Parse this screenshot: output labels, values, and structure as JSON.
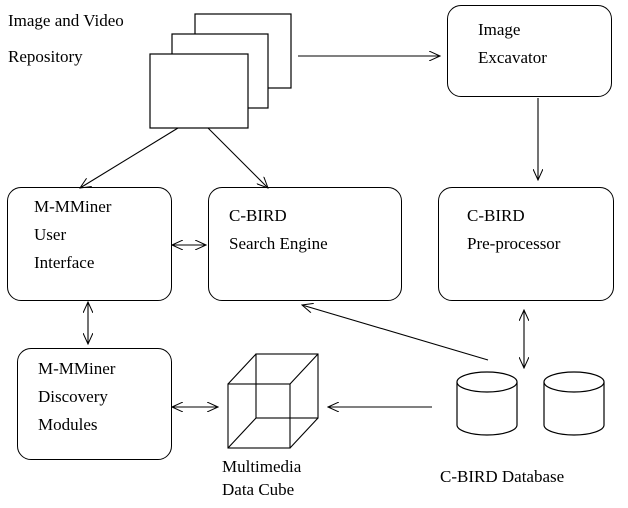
{
  "colors": {
    "line": "#000000",
    "background": "#ffffff"
  },
  "nodes": {
    "repository": {
      "line1": "Image and Video",
      "line2": "Repository"
    },
    "excavator": {
      "line1": "Image",
      "line2": "Excavator"
    },
    "user_interface": {
      "line1": "M-MMiner",
      "line2": "User",
      "line3": "Interface"
    },
    "search_engine": {
      "line1": "C-BIRD",
      "line2": "Search Engine"
    },
    "preprocessor": {
      "line1": "C-BIRD",
      "line2": "Pre-processor"
    },
    "discovery": {
      "line1": "M-MMiner",
      "line2": "Discovery",
      "line3": "Modules"
    },
    "data_cube": {
      "line1": "Multimedia",
      "line2": "Data Cube"
    },
    "database": {
      "label": "C-BIRD Database"
    }
  },
  "icons": {
    "repository": "document-stack-icon",
    "data_cube": "wireframe-cube-icon",
    "database": "cylinder-icon"
  }
}
